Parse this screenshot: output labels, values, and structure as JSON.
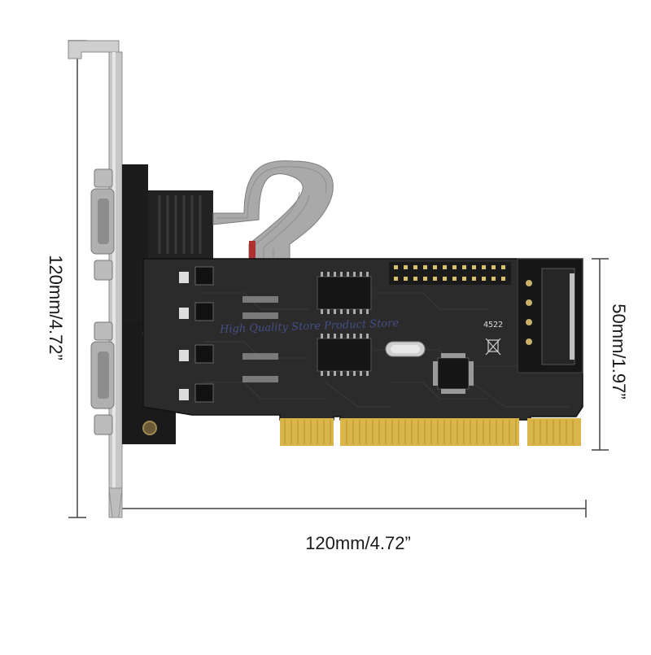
{
  "dimensions": {
    "width_label": "120mm/4.72”",
    "height_label": "120mm/4.72”",
    "board_height_label": "50mm/1.97”"
  },
  "watermark": {
    "text": "High Quality Store Product Store"
  },
  "chip_markings": {
    "board_code": "4522"
  },
  "colors": {
    "pcb": "#2b2b2b",
    "pcb_trace": "#3a3a3a",
    "gold_finger": "#d9b54a",
    "bracket": "#c9c9c9",
    "connector_black": "#1e1e1e",
    "ribbon": "#a8a8a8",
    "dimension_line": "#444444"
  },
  "icons": [
    "db9-serial-connector",
    "ribbon-cable",
    "sata-power-connector",
    "crystal-oscillator",
    "ic-chip",
    "jumper-block"
  ]
}
